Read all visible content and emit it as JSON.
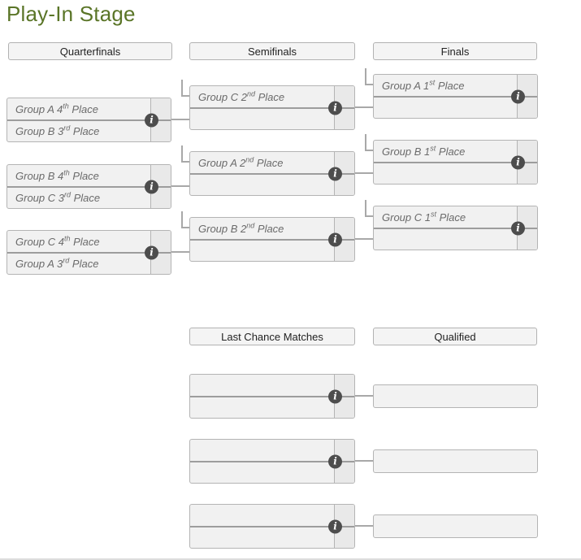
{
  "page": {
    "title": "Play-In Stage"
  },
  "colors": {
    "title_green": "#5a7527",
    "box_fill": "#f1f1f1",
    "box_border": "#b4b4b4",
    "connector": "#a8a8a8",
    "info_icon_bg": "#4d4d4d",
    "team_text": "#6b6b6b"
  },
  "icons": {
    "info_glyph": "i"
  },
  "headers": {
    "quarterfinals": "Quarterfinals",
    "semifinals": "Semifinals",
    "finals": "Finals",
    "last_chance": "Last Chance Matches",
    "qualified": "Qualified"
  },
  "bracket": {
    "quarterfinals": [
      {
        "top": {
          "pre": "Group A 4",
          "sup": "th",
          "post": " Place"
        },
        "bottom": {
          "pre": "Group B 3",
          "sup": "rd",
          "post": " Place"
        }
      },
      {
        "top": {
          "pre": "Group B 4",
          "sup": "th",
          "post": " Place"
        },
        "bottom": {
          "pre": "Group C 3",
          "sup": "rd",
          "post": " Place"
        }
      },
      {
        "top": {
          "pre": "Group C 4",
          "sup": "th",
          "post": " Place"
        },
        "bottom": {
          "pre": "Group A 3",
          "sup": "rd",
          "post": " Place"
        }
      }
    ],
    "semifinals": [
      {
        "top": {
          "pre": "Group C 2",
          "sup": "nd",
          "post": " Place"
        },
        "bottom": {
          "pre": "",
          "sup": "",
          "post": ""
        }
      },
      {
        "top": {
          "pre": "Group A 2",
          "sup": "nd",
          "post": " Place"
        },
        "bottom": {
          "pre": "",
          "sup": "",
          "post": ""
        }
      },
      {
        "top": {
          "pre": "Group B 2",
          "sup": "nd",
          "post": " Place"
        },
        "bottom": {
          "pre": "",
          "sup": "",
          "post": ""
        }
      }
    ],
    "finals": [
      {
        "top": {
          "pre": "Group A 1",
          "sup": "st",
          "post": " Place"
        },
        "bottom": {
          "pre": "",
          "sup": "",
          "post": ""
        }
      },
      {
        "top": {
          "pre": "Group B 1",
          "sup": "st",
          "post": " Place"
        },
        "bottom": {
          "pre": "",
          "sup": "",
          "post": ""
        }
      },
      {
        "top": {
          "pre": "Group C 1",
          "sup": "st",
          "post": " Place"
        },
        "bottom": {
          "pre": "",
          "sup": "",
          "post": ""
        }
      }
    ],
    "last_chance": [
      {
        "top": {
          "pre": "",
          "sup": "",
          "post": ""
        },
        "bottom": {
          "pre": "",
          "sup": "",
          "post": ""
        }
      },
      {
        "top": {
          "pre": "",
          "sup": "",
          "post": ""
        },
        "bottom": {
          "pre": "",
          "sup": "",
          "post": ""
        }
      },
      {
        "top": {
          "pre": "",
          "sup": "",
          "post": ""
        },
        "bottom": {
          "pre": "",
          "sup": "",
          "post": ""
        }
      }
    ],
    "qualified": [
      {
        "label": ""
      },
      {
        "label": ""
      },
      {
        "label": ""
      }
    ]
  }
}
